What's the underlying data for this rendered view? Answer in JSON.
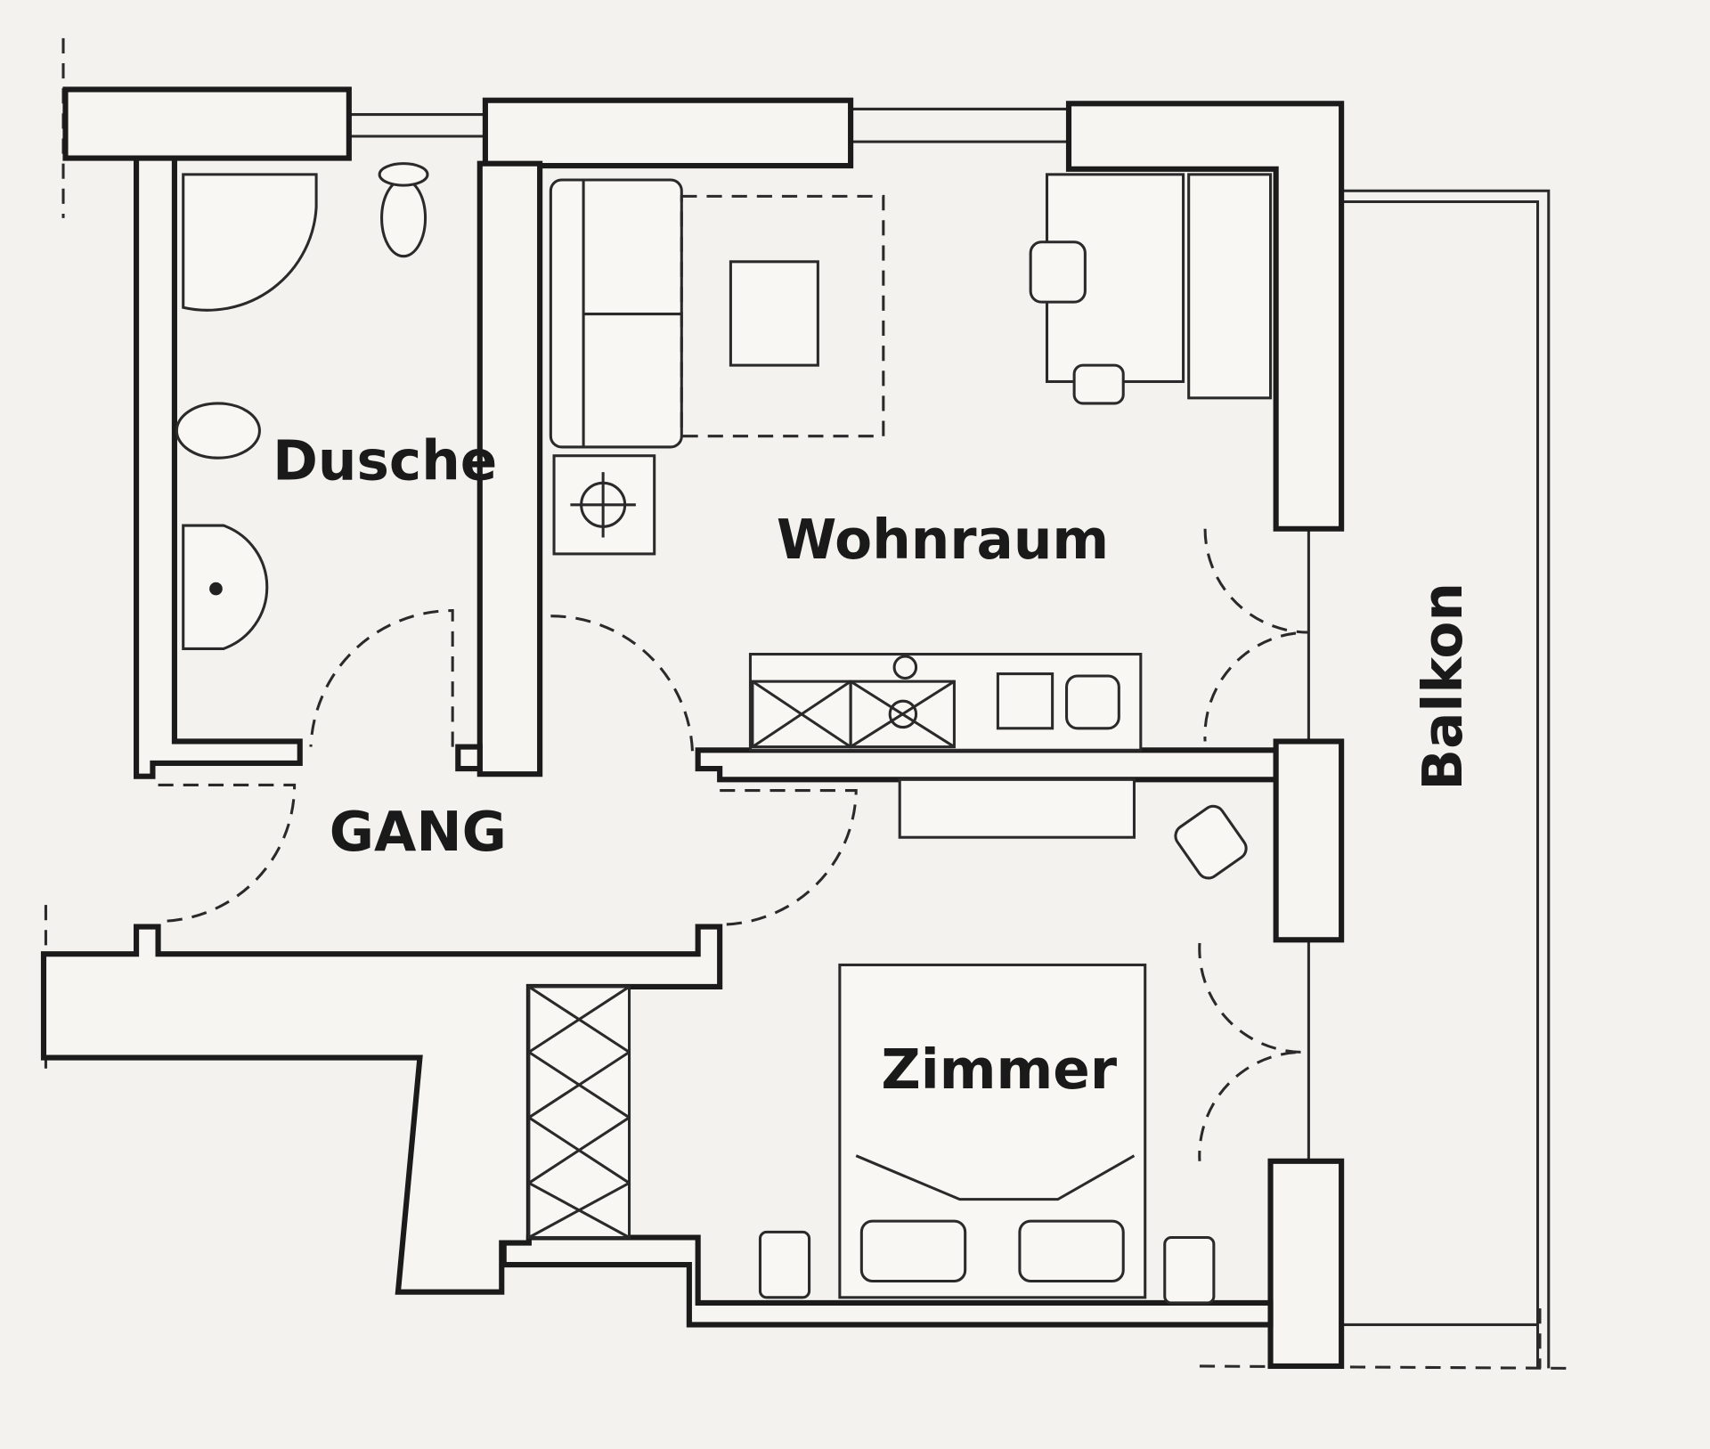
{
  "plan": {
    "rooms": {
      "dusche": "Dusche",
      "wohnraum": "Wohnraum",
      "gang": "GANG",
      "zimmer": "Zimmer",
      "balkon": "Balkon"
    }
  },
  "colors": {
    "line": "#1b1b1b",
    "paper": "#f3f2ef"
  }
}
